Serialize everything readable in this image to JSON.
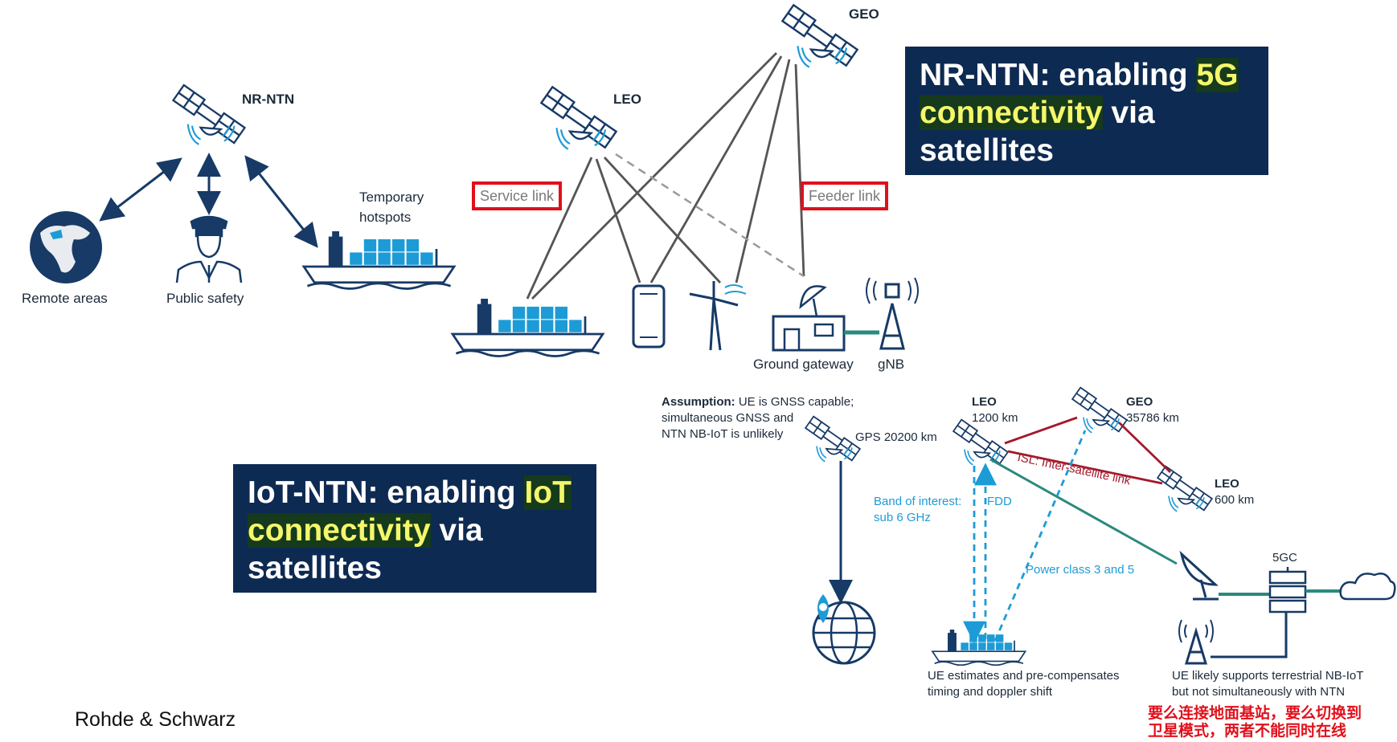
{
  "nr_ntn_box": {
    "line1_pre": "NR-NTN: enabling ",
    "line1_hl": "5G",
    "line2_hl": "connectivity",
    "line2_post": " via",
    "line3": "satellites"
  },
  "iot_ntn_box": {
    "line1_pre": "IoT-NTN: enabling ",
    "line1_hl": "IoT",
    "line2_hl": "connectivity",
    "line2_post": " via",
    "line3": "satellites"
  },
  "left_diagram": {
    "satellite_label": "NR-NTN",
    "remote_areas": "Remote areas",
    "public_safety": "Public safety",
    "temporary_hotspots_line1": "Temporary",
    "temporary_hotspots_line2": "hotspots"
  },
  "center_diagram": {
    "geo_label": "GEO",
    "leo_label": "LEO",
    "service_link": "Service link",
    "feeder_link": "Feeder link",
    "ground_gateway": "Ground gateway",
    "gnb": "gNB"
  },
  "iot_diagram": {
    "assumption_bold": "Assumption:",
    "assumption_line1_rest": " UE is GNSS capable;",
    "assumption_line2": "simultaneous GNSS and",
    "assumption_line3": "NTN NB-IoT is unlikely",
    "gps_label": "GPS 20200 km",
    "leo1_label": "LEO",
    "leo1_alt": "1200 km",
    "geo_label": "GEO",
    "geo_alt": "35786 km",
    "leo2_label": "LEO",
    "leo2_alt": "600 km",
    "isl_label": "ISL: Inter-satellite link",
    "band_line1": "Band of interest:",
    "band_line2": "sub 6 GHz",
    "fdd_label": "FDD",
    "power_class": "Power class 3 and 5",
    "core_label": "5GC",
    "ue_note_line1": "UE estimates and pre-compensates",
    "ue_note_line2": "timing and doppler shift",
    "terrestrial_note_line1": "UE likely supports terrestrial NB-IoT",
    "terrestrial_note_line2": "but not simultaneously with NTN",
    "cn_note_line1": "要么连接地面基站，要么切换到",
    "cn_note_line2": "卫星模式，两者不能同时在线"
  },
  "footer": {
    "company": "Rohde & Schwarz"
  },
  "colors": {
    "navy": "#0d2a52",
    "dark_blue": "#173a66",
    "highlight_text": "#f4f76b",
    "red_frame": "#e0101b",
    "light_blue": "#1d9bd6",
    "teal": "#2a8a7c",
    "isl_red": "#a3192b"
  },
  "icons": [
    "satellite-icon",
    "globe-icon",
    "officer-icon",
    "ship-icon",
    "smartphone-icon",
    "wind-turbine-icon",
    "gateway-icon",
    "antenna-tower-icon",
    "map-pin-globe-icon",
    "core-network-icon",
    "cloud-icon"
  ]
}
